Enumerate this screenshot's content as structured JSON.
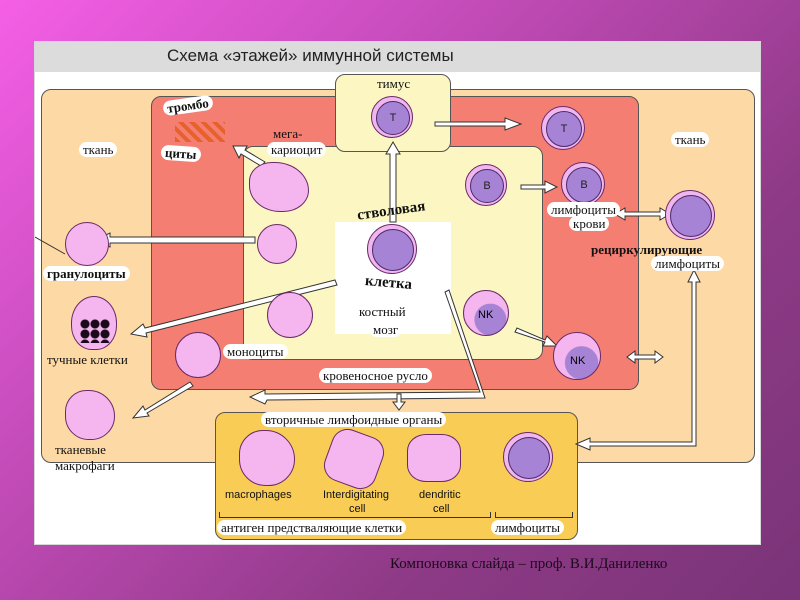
{
  "slide": {
    "title": "Схема «этажей» иммунной системы",
    "footer": "Компоновка слайда – проф. В.И.Даниленко"
  },
  "zones": {
    "tissue_left": "ткань",
    "tissue_right": "ткань",
    "thymus": "тимус",
    "bone_marrow_line1": "костный",
    "bone_marrow_line2": "мозг",
    "bloodstream": "кровеносное русло",
    "secondary_lymphoid": "вторичные лимфоидные органы"
  },
  "cells": {
    "stem_top": "стволовая",
    "stem_bottom": "клетка",
    "thrombo_top": "тромбо",
    "thrombo_bottom": "циты",
    "megakaryocyte_line1": "мега-",
    "megakaryocyte_line2": "кариоцит",
    "t_marrow": "T",
    "t_blood": "T",
    "b_marrow": "B",
    "b_blood": "B",
    "nk_marrow": "NK",
    "nk_blood": "NK",
    "blood_lymph_line1": "лимфоциты",
    "blood_lymph_line2": "крови",
    "recirc_line1": "рециркулирующие",
    "recirc_line2": "лимфоциты",
    "granulocytes": "гранулоциты",
    "mast_cells": "тучные клетки",
    "monocytes": "моноциты",
    "tissue_macro_line1": "тканевые",
    "tissue_macro_line2": "макрофаги",
    "macrophages": "macrophages",
    "interdigitating_line1": "Interdigitating",
    "interdigitating_line2": "cell",
    "dendritic_line1": "dendritic",
    "dendritic_line2": "cell",
    "apc_label": "антиген предстваляющие клетки",
    "lymphocytes_label": "лимфоциты"
  }
}
